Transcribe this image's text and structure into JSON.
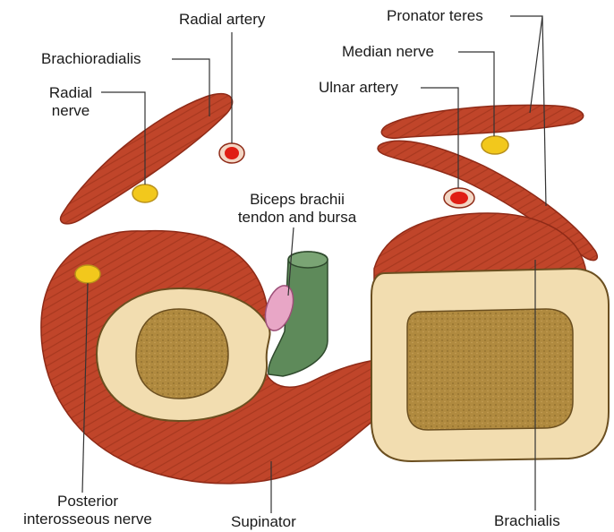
{
  "labels": {
    "radial_artery": "Radial artery",
    "brachioradialis": "Brachioradialis",
    "radial_nerve_line1": "Radial",
    "radial_nerve_line2": "nerve",
    "pronator_teres": "Pronator teres",
    "median_nerve": "Median nerve",
    "ulnar_artery": "Ulnar artery",
    "biceps_line1": "Biceps brachii",
    "biceps_line2": "tendon and bursa",
    "posterior_line1": "Posterior",
    "posterior_line2": "interosseous nerve",
    "supinator": "Supinator",
    "brachialis": "Brachialis"
  },
  "colors": {
    "muscle": "#c0452a",
    "muscle_dark": "#8e2a17",
    "bone_cortex": "#f2ddb0",
    "bone_marrow": "#b08a3f",
    "nerve": "#f2c81c",
    "artery": "#e01e14",
    "tendon": "#5e8a5a",
    "bursa": "#e8a6c6",
    "leader": "#333333"
  }
}
